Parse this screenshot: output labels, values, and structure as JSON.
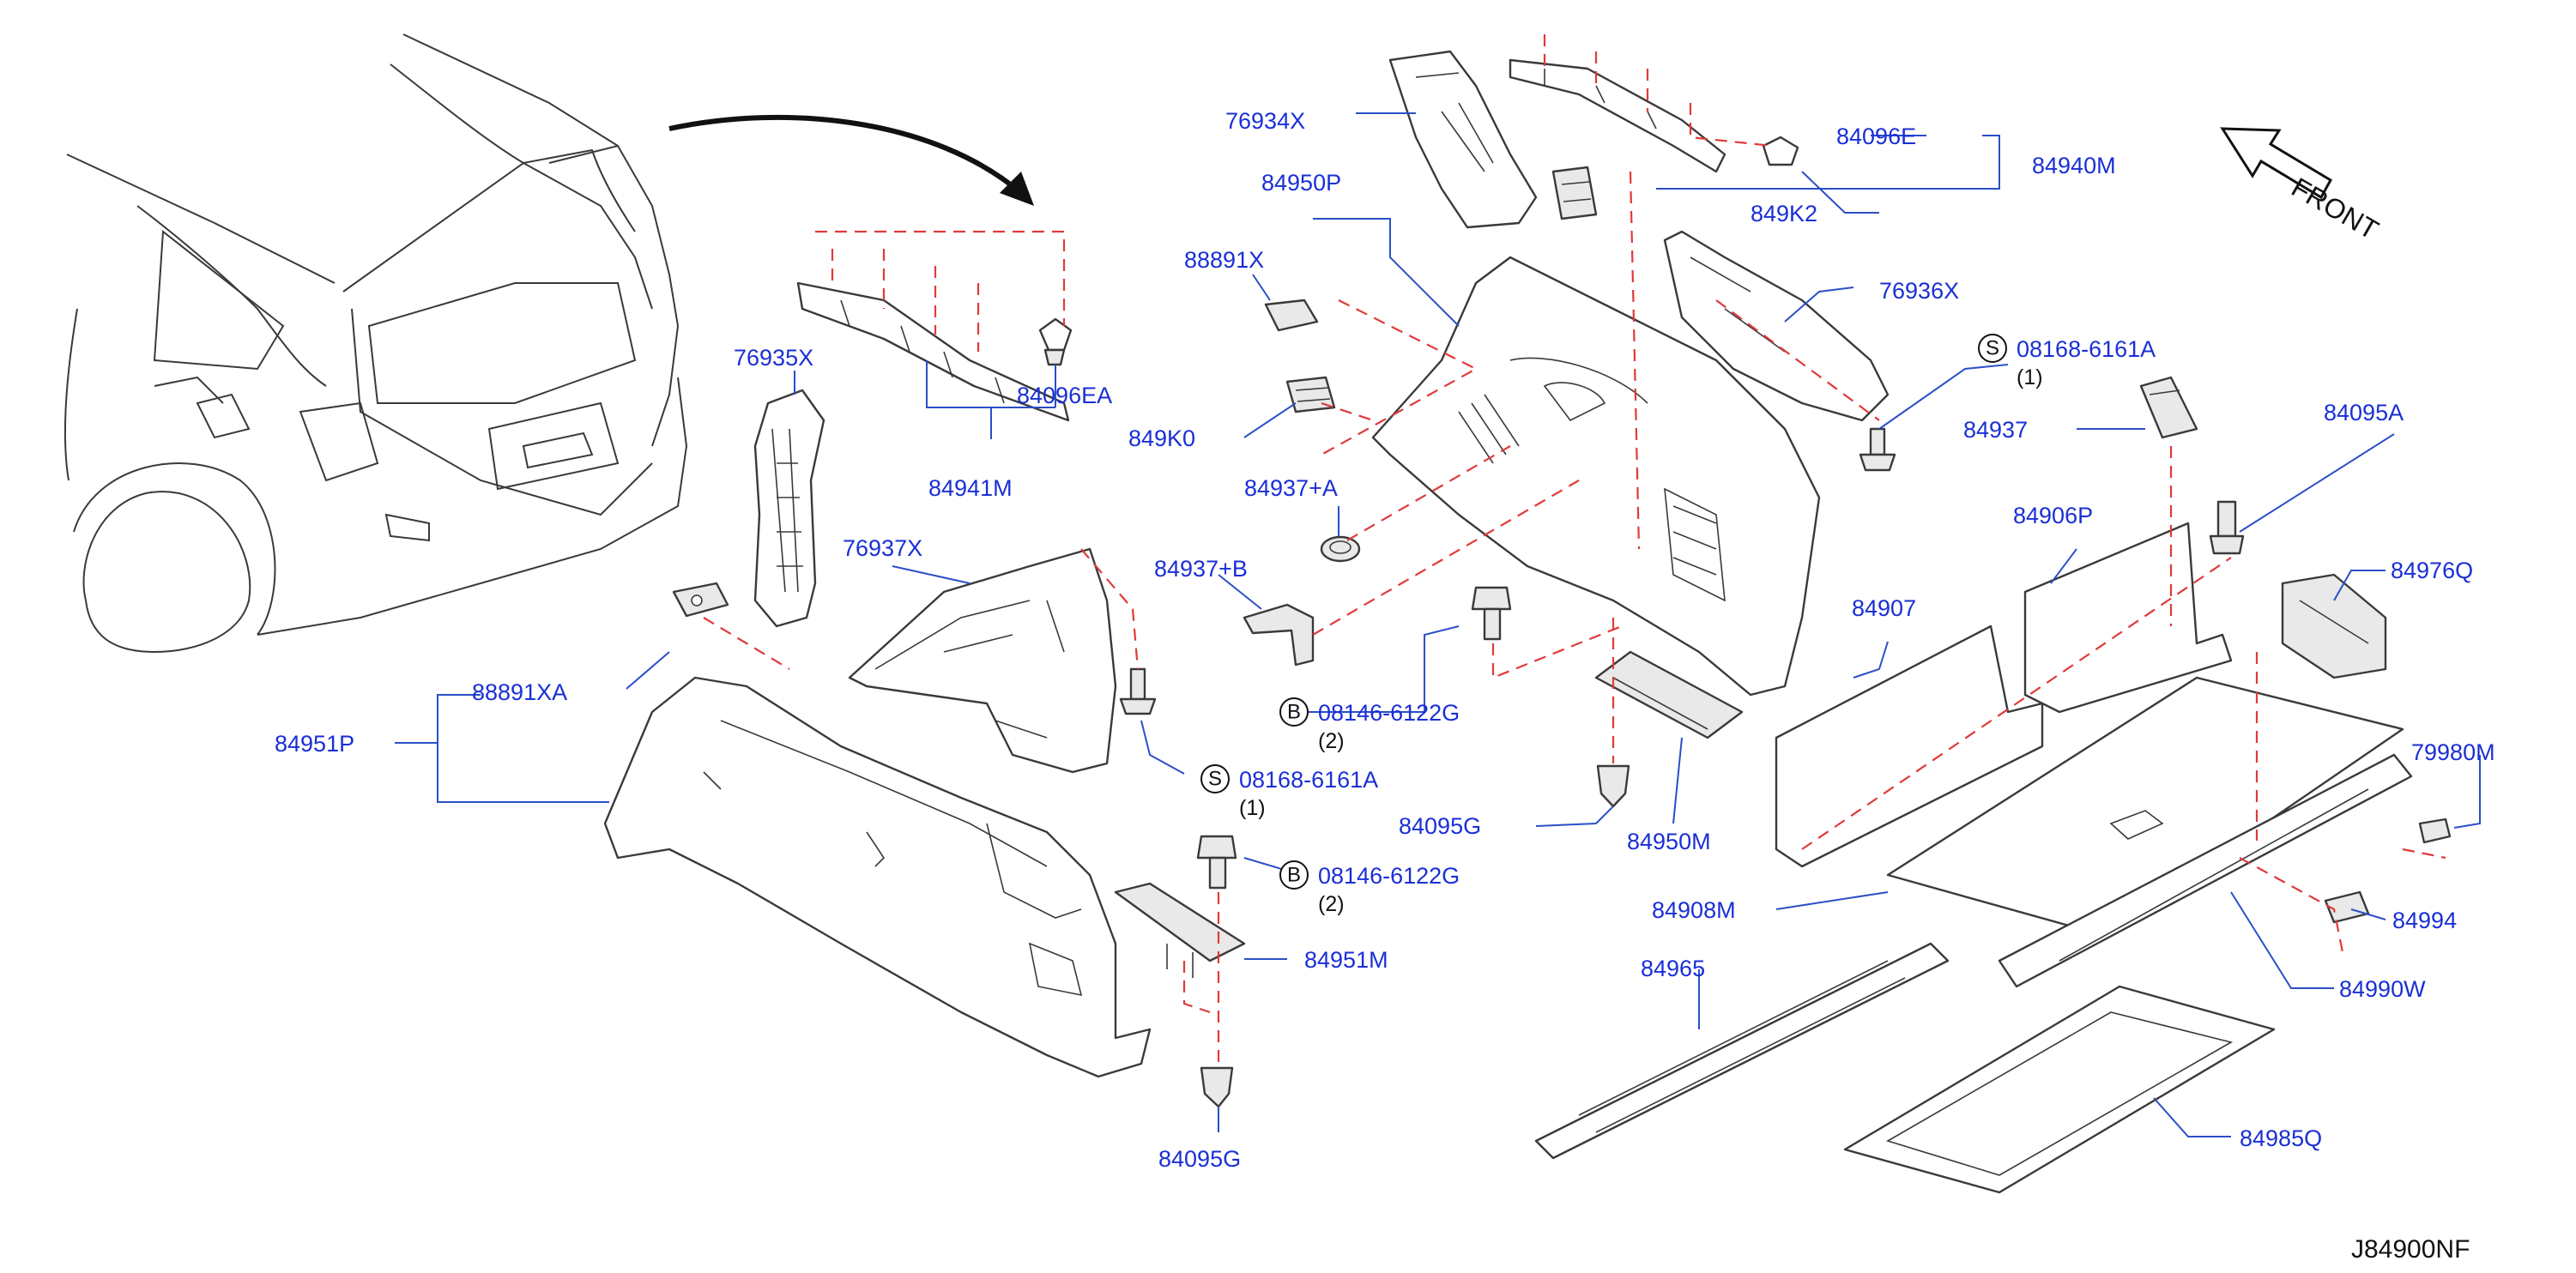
{
  "diagram": {
    "parts": {
      "p76934X": "76934X",
      "p84950P": "84950P",
      "p88891X": "88891X",
      "p849K0": "849K0",
      "p84937A": "84937+A",
      "p84937B": "84937+B",
      "p84096E": "84096E",
      "p84940M": "84940M",
      "p849K2": "849K2",
      "p76936X": "76936X",
      "p08168_6161A_right": "08168-6161A",
      "p84937": "84937",
      "p84095A": "84095A",
      "p84906P": "84906P",
      "p84976Q": "84976Q",
      "p84907": "84907",
      "p79980M": "79980M",
      "p84908M": "84908M",
      "p84994": "84994",
      "p84965": "84965",
      "p84990W": "84990W",
      "p84985Q": "84985Q",
      "p76935X": "76935X",
      "p84096EA": "84096EA",
      "p84941M": "84941M",
      "p76937X": "76937X",
      "p88891XA": "88891XA",
      "p84951P": "84951P",
      "p08146_6122G_a": "08146-6122G",
      "p08168_6161A_left": "08168-6161A",
      "p84095G_a": "84095G",
      "p84950M": "84950M",
      "p08146_6122G_b": "08146-6122G",
      "p84951M": "84951M",
      "p84095G_b": "84095G"
    },
    "quantities": {
      "q08168_right": "(1)",
      "q08146_a": "(2)",
      "q08168_left": "(1)",
      "q08146_b": "(2)"
    },
    "symbols": {
      "s_right": "S",
      "b_a": "B",
      "s_left": "S",
      "b_b": "B"
    },
    "front_label": "FRONT",
    "drawing_code": "J84900NF",
    "colors": {
      "label_blue": "#1a2fd6",
      "leader_blue": "#2b4fc7",
      "dash_red": "#e03a3a",
      "outline": "#3a3a3a"
    }
  }
}
